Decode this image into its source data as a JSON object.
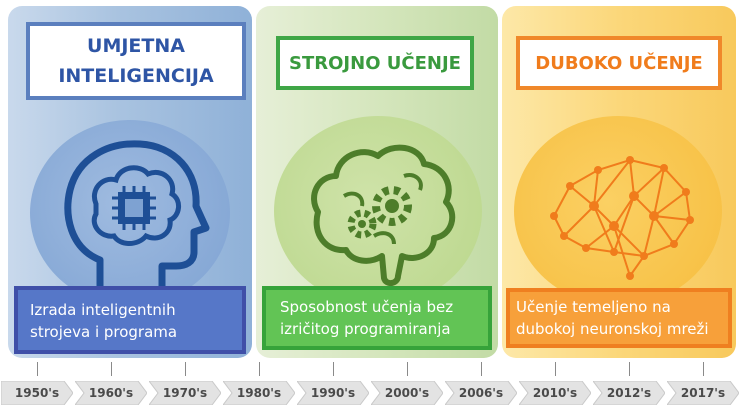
{
  "panels": [
    {
      "title": "UMJETNA INTELIGENCIJA",
      "description": "Izrada inteligentnih strojeva i programa",
      "icon": "head-chip-icon",
      "color": "#2e55a5"
    },
    {
      "title": "STROJNO UČENJE",
      "description": "Sposobnost učenja bez izričitog programiranja",
      "icon": "brain-gears-icon",
      "color": "#3a9a3e"
    },
    {
      "title": "DUBOKO UČENJE",
      "description": "Učenje temeljeno na dubokoj neuronskoj mreži",
      "icon": "neural-brain-icon",
      "color": "#f07c1c"
    }
  ],
  "timeline": [
    "1950's",
    "1960's",
    "1970's",
    "1980's",
    "1990's",
    "2000's",
    "2006's",
    "2010's",
    "2012's",
    "2017's"
  ]
}
